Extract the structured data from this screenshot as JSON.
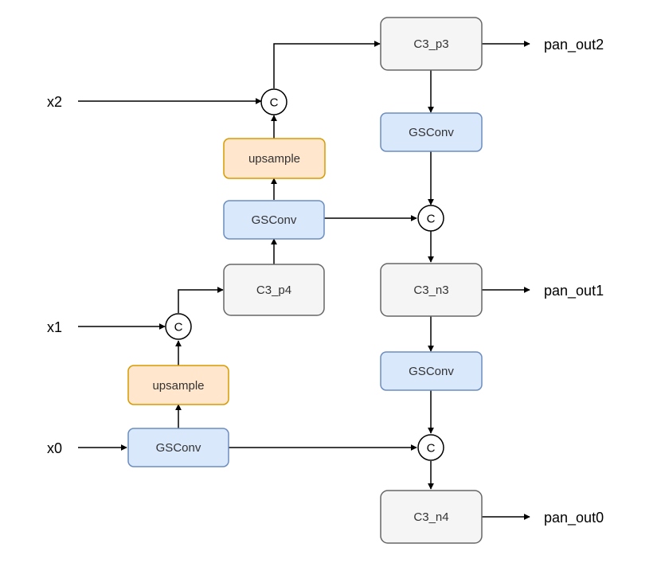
{
  "colors": {
    "c3_fill": "#f5f5f5",
    "c3_stroke": "#666666",
    "gsconv_fill": "#dae8fc",
    "gsconv_stroke": "#6c8ebf",
    "upsample_fill": "#ffe6cc",
    "upsample_stroke": "#d79b00",
    "edge": "#000000"
  },
  "inputs": {
    "x2": "x2",
    "x1": "x1",
    "x0": "x0"
  },
  "outputs": {
    "pan_out2": "pan_out2",
    "pan_out1": "pan_out1",
    "pan_out0": "pan_out0"
  },
  "nodes": {
    "c3_p3": "C3_p3",
    "gsconv_right_1": "GSConv",
    "c3_n3": "C3_n3",
    "gsconv_right_2": "GSConv",
    "c3_n4": "C3_n4",
    "upsample_top": "upsample",
    "gsconv_mid": "GSConv",
    "c3_p4": "C3_p4",
    "upsample_bottom": "upsample",
    "gsconv_bottom": "GSConv"
  },
  "concat_label": "C"
}
